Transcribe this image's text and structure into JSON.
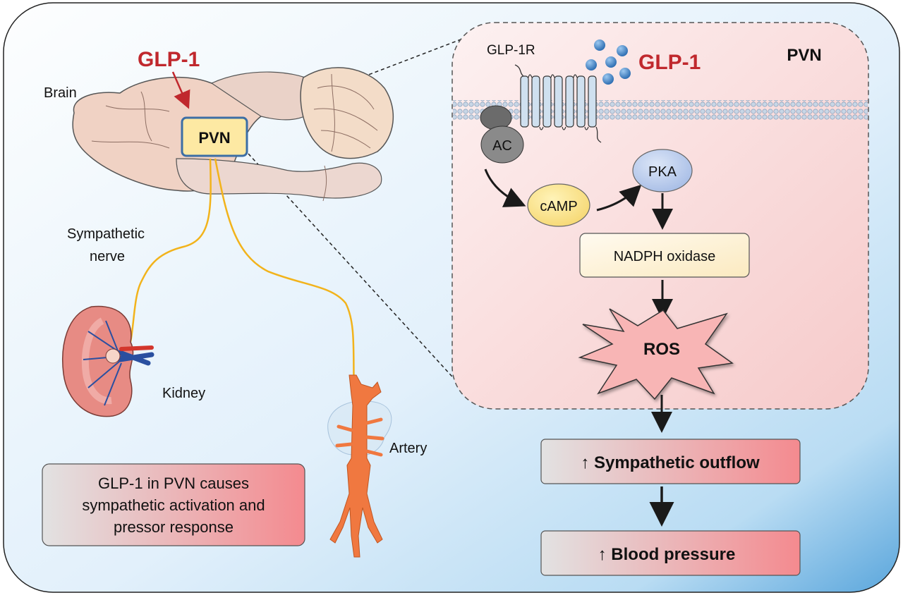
{
  "brain": {
    "label": "Brain",
    "glp1_label": "GLP-1",
    "pvn_label": "PVN"
  },
  "nerve": {
    "label_line1": "Sympathetic",
    "label_line2": "nerve"
  },
  "kidney": {
    "label": "Kidney"
  },
  "artery": {
    "label": "Artery"
  },
  "summary": {
    "line1": "GLP-1 in PVN causes",
    "line2": "sympathetic activation and",
    "line3": "pressor response"
  },
  "pvn_panel": {
    "title": "PVN",
    "receptor_label": "GLP-1R",
    "ligand_label": "GLP-1",
    "ac_label": "AC",
    "camp_label": "cAMP",
    "pka_label": "PKA",
    "nadph_label": "NADPH oxidase",
    "ros_label": "ROS"
  },
  "outcomes": {
    "sympathetic": "↑ Sympathetic outflow",
    "blood_pressure": "↑ Blood pressure"
  },
  "colors": {
    "glp1_red": "#c0282d",
    "pvn_fill": "#fde9a3",
    "pvn_border": "#3c6ea5",
    "nerve_yellow": "#f2b31b",
    "ros_fill": "#f7b8b8",
    "artery_orange": "#f07840"
  }
}
